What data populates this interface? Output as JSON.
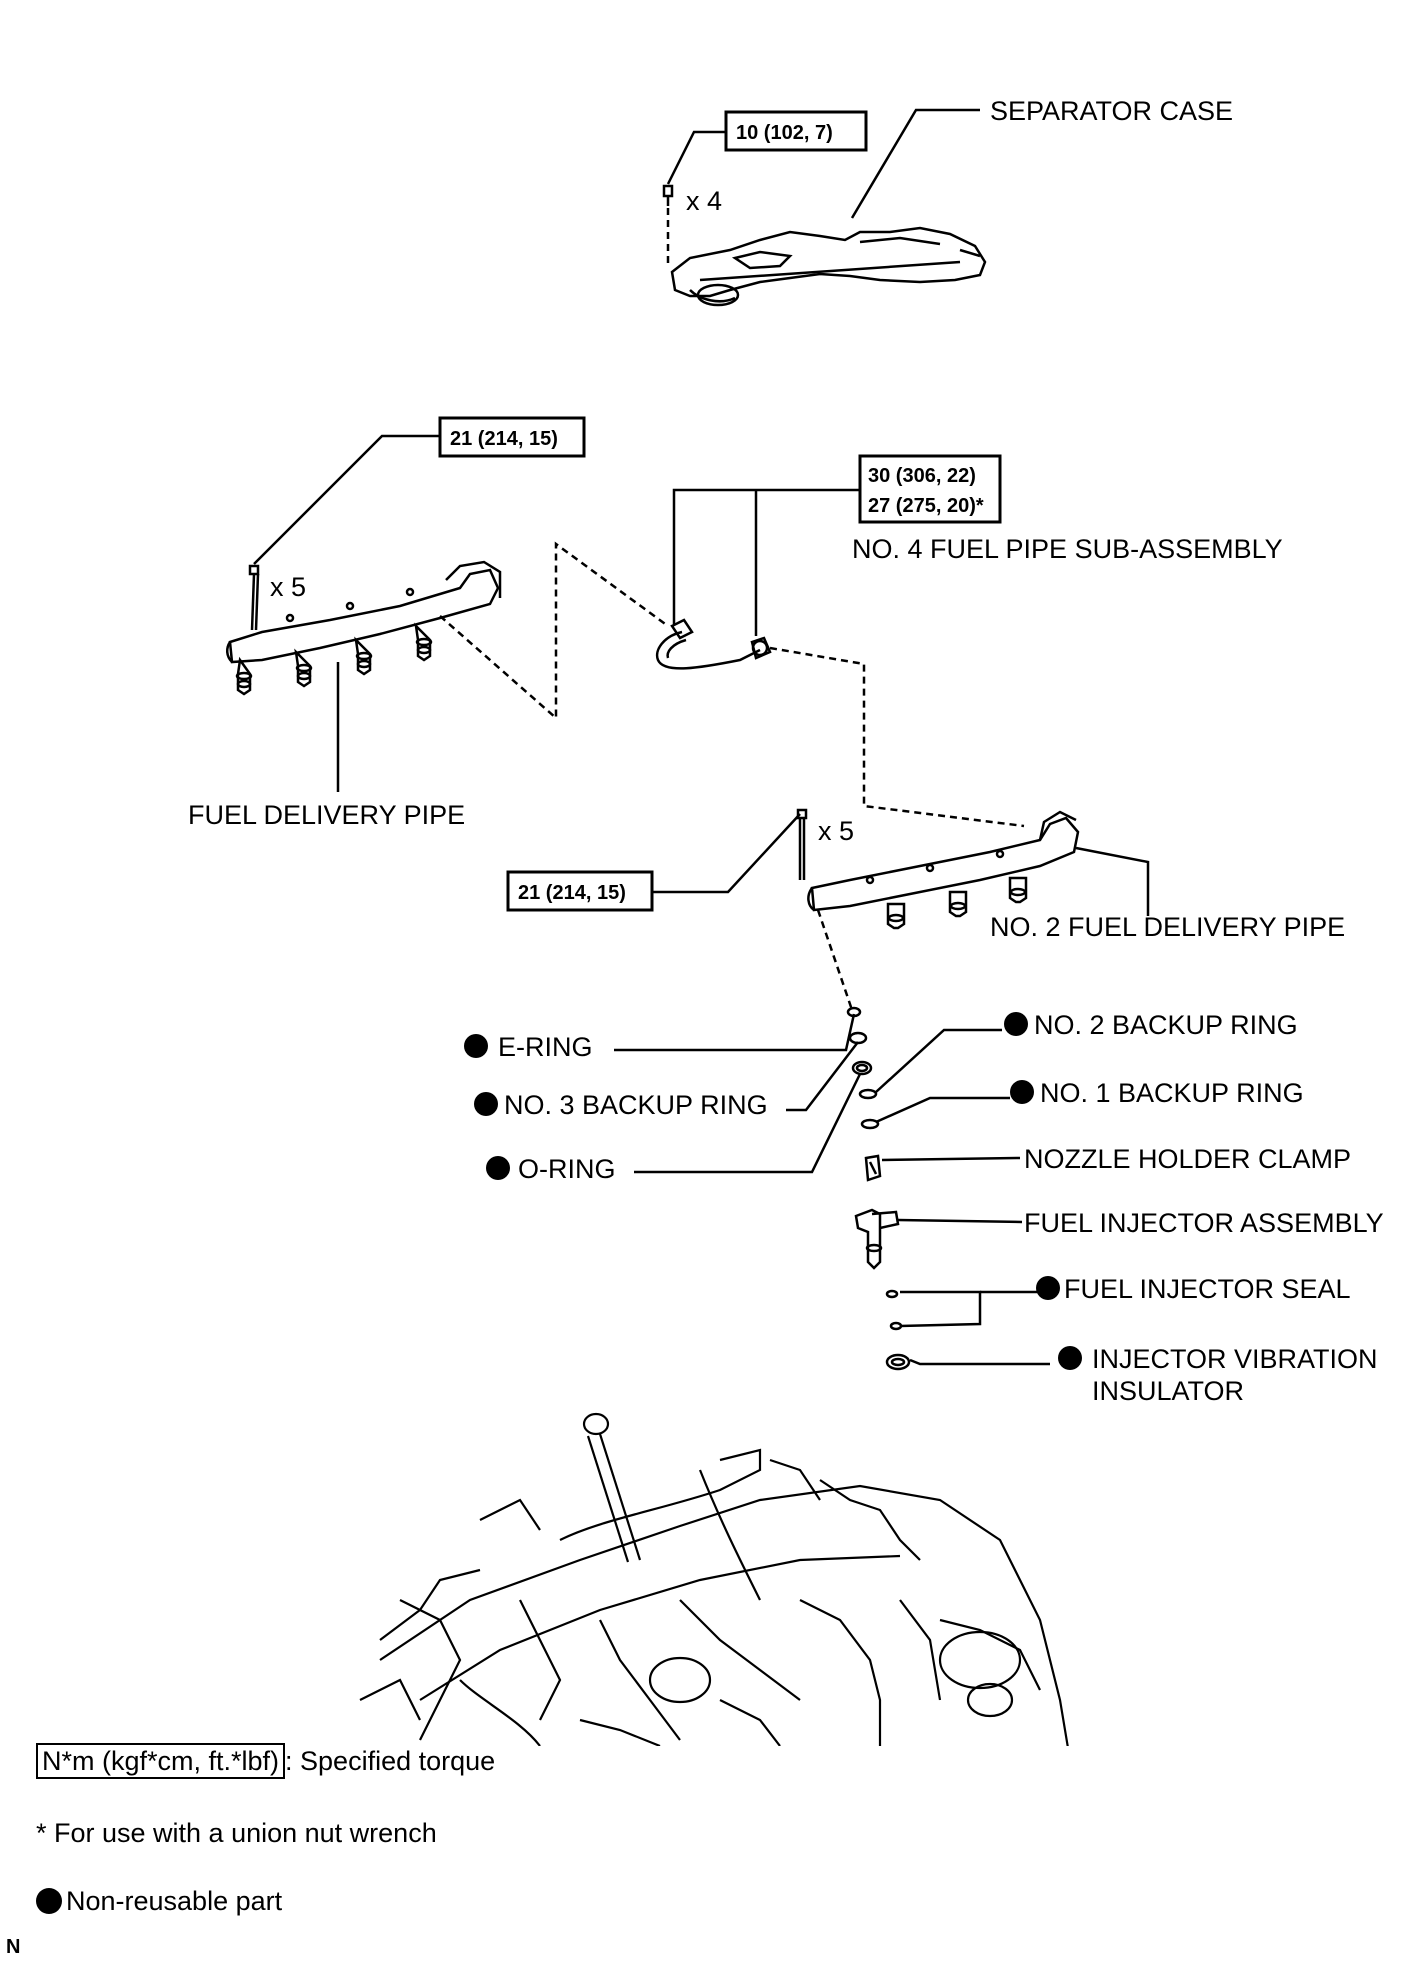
{
  "torque": {
    "separator_case": "10 (102, 7)",
    "fuel_delivery_pipe": "21 (214, 15)",
    "fuel_pipe_line1": "30 (306, 22)",
    "fuel_pipe_line2": "27 (275, 20)*",
    "no2_fuel_delivery_pipe": "21 (214, 15)"
  },
  "quantities": {
    "separator_case_bolts": "x 4",
    "fuel_delivery_pipe_bolts": "x 5",
    "no2_fuel_delivery_pipe_bolts": "x 5"
  },
  "labels": {
    "separator_case": "SEPARATOR CASE",
    "fuel_pipe": "NO. 4 FUEL PIPE SUB-ASSEMBLY",
    "fuel_delivery_pipe": "FUEL DELIVERY PIPE",
    "no2_fuel_delivery_pipe": "NO. 2 FUEL DELIVERY PIPE",
    "e_ring": "E-RING",
    "no3_backup_ring": "NO. 3 BACKUP RING",
    "o_ring": "O-RING",
    "no2_backup_ring": "NO. 2 BACKUP RING",
    "no1_backup_ring": "NO. 1 BACKUP RING",
    "nozzle_holder_clamp": "NOZZLE HOLDER CLAMP",
    "fuel_injector_assembly": "FUEL INJECTOR ASSEMBLY",
    "fuel_injector_seal": "FUEL INJECTOR SEAL",
    "injector_vibration_insulator_1": "INJECTOR VIBRATION",
    "injector_vibration_insulator_2": "INSULATOR"
  },
  "legend": {
    "torque_box": "N*m (kgf*cm, ft.*lbf)",
    "torque_text": ": Specified torque",
    "union_nut_note": "* For use with a union nut wrench",
    "non_reusable": "Non-reusable part"
  },
  "corner_code": "N",
  "colors": {
    "ink": "#000000",
    "background": "#ffffff"
  }
}
